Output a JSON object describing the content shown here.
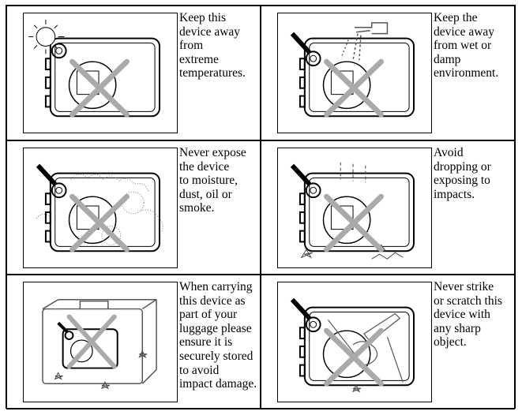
{
  "warnings": [
    {
      "id": "temperature",
      "lines": [
        "Keep this",
        "device away",
        "from",
        "extreme",
        "temperatures."
      ]
    },
    {
      "id": "wet",
      "lines": [
        "Keep the",
        "device away",
        "from wet or",
        "damp",
        "environment."
      ]
    },
    {
      "id": "moisture",
      "lines": [
        "Never expose",
        "the device",
        "to moisture,",
        "dust, oil or",
        "smoke."
      ]
    },
    {
      "id": "impact",
      "lines": [
        "Avoid",
        "dropping or",
        "exposing to",
        "impacts."
      ]
    },
    {
      "id": "luggage",
      "lines": [
        "When carrying",
        "this device as",
        "part of your",
        "luggage please",
        "ensure it is",
        "securely stored",
        "to avoid",
        "impact damage."
      ]
    },
    {
      "id": "sharp",
      "lines": [
        "Never strike",
        "or scratch this",
        "device with",
        "any sharp",
        "object."
      ]
    }
  ],
  "icons": [
    "sun-icon",
    "water-tap-icon",
    "dust-cloud-icon",
    "drop-impact-icon",
    "suitcase-icon",
    "knife-icon",
    "prohibited-cross-icon"
  ]
}
